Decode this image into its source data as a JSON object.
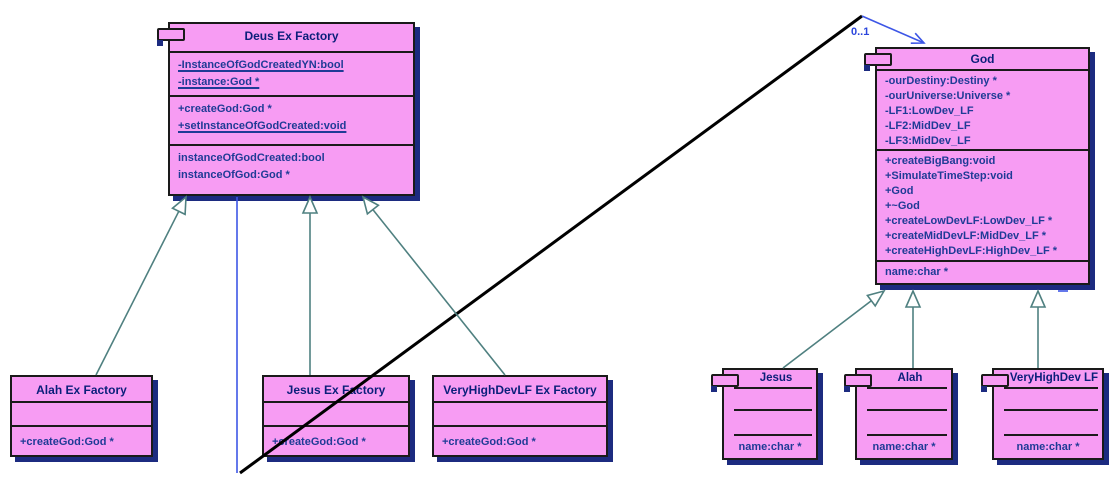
{
  "diagram": {
    "type": "uml-class-diagram"
  },
  "colors": {
    "class_fill": "#f79cf3",
    "class_border": "#1a1a1a",
    "shadow": "#1c2b80",
    "title_text": "#0a1f7a",
    "member_text": "#1f3b96",
    "generalization_line": "#4f8080",
    "association_line": "#3d56e6",
    "multiplicity_text": "#2b46dd",
    "crossing_line": "#000000"
  },
  "classes": [
    {
      "name": "Deus Ex Factory",
      "compartments": [
        {
          "items": [
            {
              "t": "-InstanceOfGodCreatedYN:bool",
              "u": true
            },
            {
              "t": "-instance:God *",
              "u": true
            }
          ]
        },
        {
          "items": [
            {
              "t": "+createGod:God *"
            },
            {
              "t": "+setInstanceOfGodCreated:void",
              "u": true
            }
          ]
        },
        {
          "items": [
            {
              "t": "instanceOfGodCreated:bool"
            },
            {
              "t": "instanceOfGod:God *"
            }
          ]
        }
      ]
    },
    {
      "name": "God",
      "compartments": [
        {
          "items": [
            {
              "t": "-ourDestiny:Destiny *"
            },
            {
              "t": "-ourUniverse:Universe *"
            },
            {
              "t": "-LF1:LowDev_LF"
            },
            {
              "t": "-LF2:MidDev_LF"
            },
            {
              "t": "-LF3:MidDev_LF"
            }
          ]
        },
        {
          "items": [
            {
              "t": "+createBigBang:void"
            },
            {
              "t": "+SimulateTimeStep:void"
            },
            {
              "t": "+God"
            },
            {
              "t": "+~God"
            },
            {
              "t": "+createLowDevLF:LowDev_LF *"
            },
            {
              "t": "+createMidDevLF:MidDev_LF *"
            },
            {
              "t": "+createHighDevLF:HighDev_LF *"
            }
          ]
        },
        {
          "items": [
            {
              "t": "name:char *"
            }
          ]
        }
      ]
    },
    {
      "name": "Alah Ex Factory",
      "compartments": [
        {
          "items": []
        },
        {
          "items": [
            {
              "t": "+createGod:God *"
            }
          ]
        }
      ]
    },
    {
      "name": "Jesus Ex Factory",
      "compartments": [
        {
          "items": []
        },
        {
          "items": [
            {
              "t": "+createGod:God *"
            }
          ]
        }
      ]
    },
    {
      "name": "VeryHighDevLF Ex Factory",
      "compartments": [
        {
          "items": []
        },
        {
          "items": [
            {
              "t": "+createGod:God *"
            }
          ]
        }
      ]
    },
    {
      "name": "Jesus",
      "compartments": [
        {
          "items": []
        },
        {
          "items": []
        },
        {
          "items": [
            {
              "t": "name:char *"
            }
          ]
        }
      ]
    },
    {
      "name": "Alah",
      "compartments": [
        {
          "items": []
        },
        {
          "items": []
        },
        {
          "items": [
            {
              "t": "name:char *"
            }
          ]
        }
      ]
    },
    {
      "name": "VeryHighDev LF",
      "compartments": [
        {
          "items": []
        },
        {
          "items": []
        },
        {
          "items": [
            {
              "t": "name:char *"
            }
          ]
        }
      ]
    }
  ],
  "relationships": {
    "generalizations": [
      {
        "from": "Alah Ex Factory",
        "to": "Deus Ex Factory"
      },
      {
        "from": "Jesus Ex Factory",
        "to": "Deus Ex Factory"
      },
      {
        "from": "VeryHighDevLF Ex Factory",
        "to": "Deus Ex Factory"
      },
      {
        "from": "Jesus",
        "to": "God"
      },
      {
        "from": "Alah",
        "to": "God"
      },
      {
        "from": "VeryHighDev LF",
        "to": "God"
      }
    ],
    "association": {
      "from": "Deus Ex Factory",
      "to": "God",
      "multiplicity": "0..1"
    }
  }
}
